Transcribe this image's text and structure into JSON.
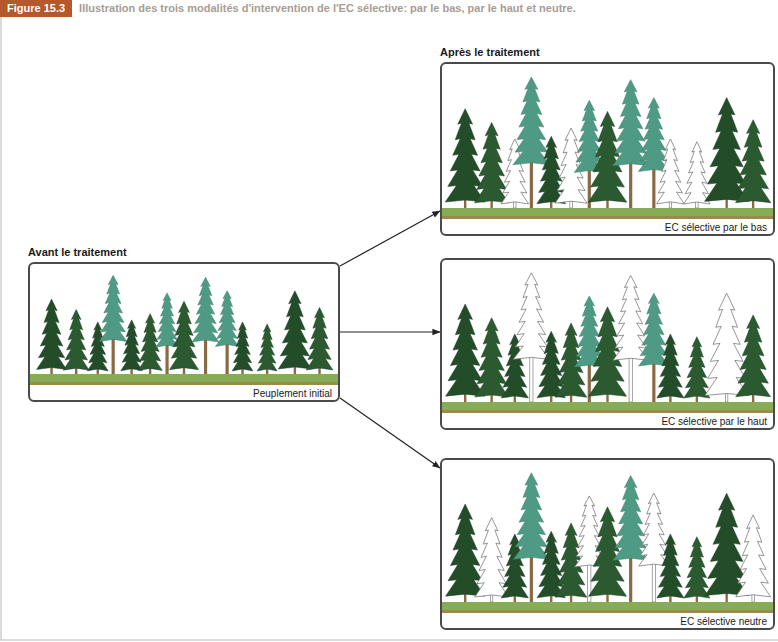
{
  "diagram": {
    "title": "Figure 15.3",
    "caption": "Illustration des trois modalités d'intervention de l'EC sélective: par le bas, par le haut et neutre.",
    "nodes": [
      {
        "text": [
          "Avant le traitement",
          "Peuplement initial"
        ]
      },
      {
        "text": [
          "Après le traitement",
          "EC sélective par le bas"
        ]
      },
      {
        "text": [
          "EC sélective par le haut"
        ]
      },
      {
        "text": [
          "EC sélective neutre"
        ]
      }
    ],
    "edges": [
      {
        "from": 0,
        "to": 1,
        "arrow": "to"
      },
      {
        "from": 0,
        "to": 2,
        "arrow": "to"
      },
      {
        "from": 0,
        "to": 3,
        "arrow": "to"
      }
    ]
  }
}
